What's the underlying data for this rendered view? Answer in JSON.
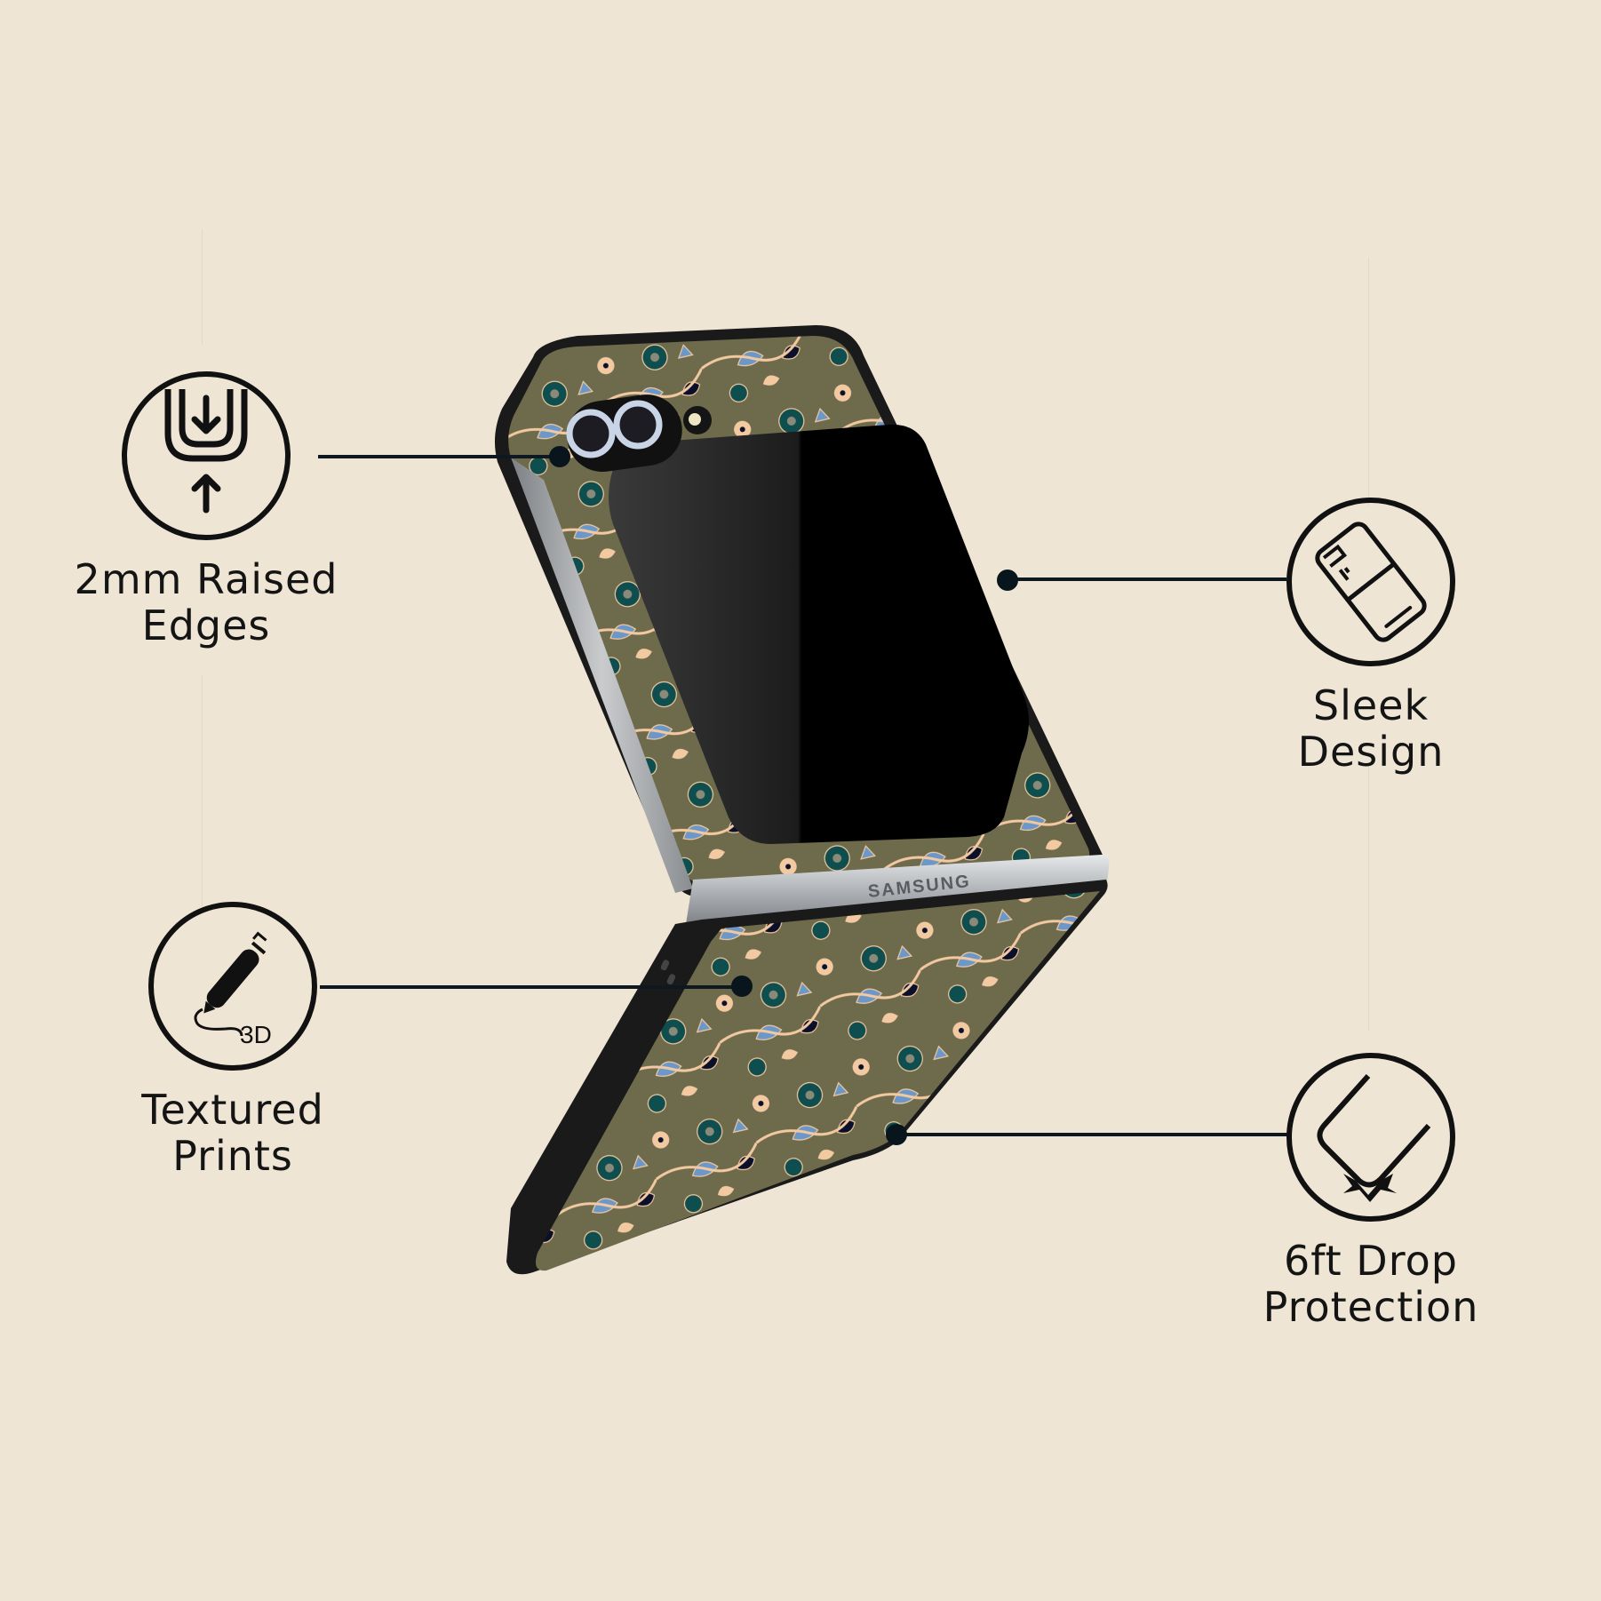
{
  "colors": {
    "background": "#EEE5D5",
    "ink": "#111111",
    "connector": "#0E1820",
    "case_base": "#6E6A4C",
    "case_frame": "#1A1A1A",
    "pattern_teal": "#0E4E4E",
    "pattern_blue": "#6B98C9",
    "pattern_peach": "#F2C9A0",
    "pattern_navy": "#0A0F2A",
    "hinge_silver": "#B9BCBF"
  },
  "product": {
    "brand_on_hinge": "SAMSUNG",
    "description": "Foldable flip phone case with floral pattern"
  },
  "features": [
    {
      "id": "raised-edges",
      "line1": "2mm Raised",
      "line2": "Edges",
      "icon": "raised-edges-icon"
    },
    {
      "id": "sleek-design",
      "line1": "Sleek",
      "line2": "Design",
      "icon": "flip-phone-icon"
    },
    {
      "id": "textured-prints",
      "line1": "Textured",
      "line2": "Prints",
      "icon": "3d-pen-icon",
      "icon_text": "3D"
    },
    {
      "id": "drop-protection",
      "line1": "6ft Drop",
      "line2": "Protection",
      "icon": "drop-impact-icon"
    }
  ]
}
